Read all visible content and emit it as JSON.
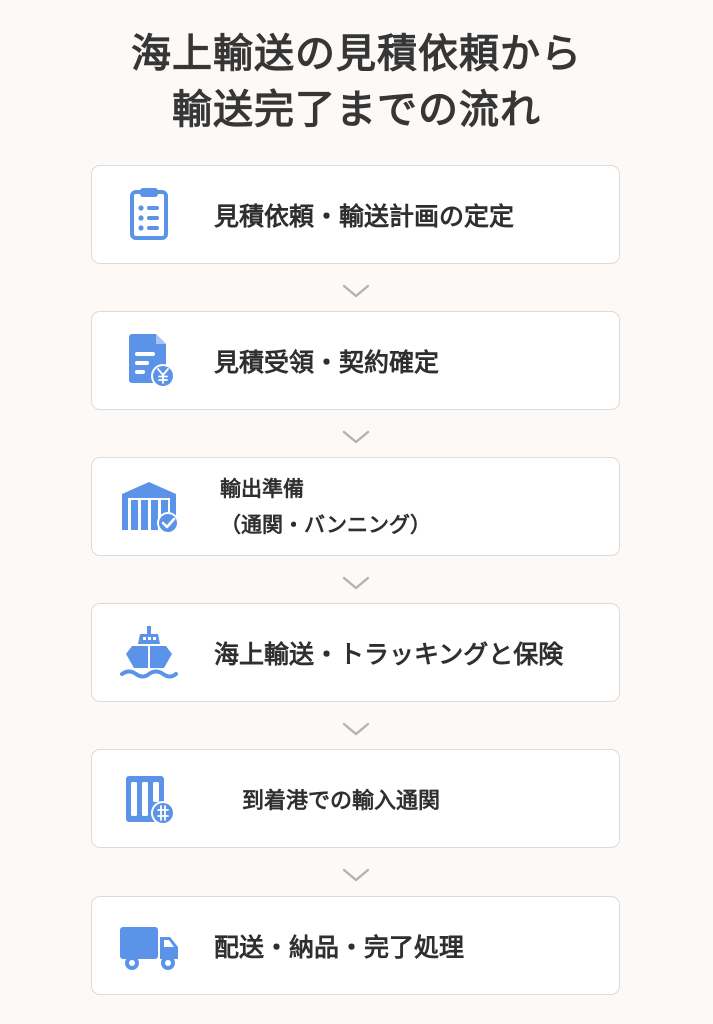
{
  "title": {
    "line1": "海上輸送の見積依頼から",
    "line2": "輸送完了までの流れ"
  },
  "colors": {
    "icon_blue": "#5b93e8",
    "chevron": "#b8b2ac",
    "card_border": "#dcdcdc",
    "background": "#fcf9f6"
  },
  "steps": [
    {
      "icon": "clipboard-icon",
      "label": "見積依頼・輸送計画の定定"
    },
    {
      "icon": "invoice-yen-icon",
      "label": "見積受領・契約確定"
    },
    {
      "icon": "warehouse-check-icon",
      "label_line1": "輸出準備",
      "label_line2": "（通関・バンニング）"
    },
    {
      "icon": "ship-icon",
      "label": "海上輸送・トラッキングと保険"
    },
    {
      "icon": "container-customs-icon",
      "label": "到着港での輸入通関"
    },
    {
      "icon": "truck-icon",
      "label": "配送・納品・完了処理"
    }
  ]
}
